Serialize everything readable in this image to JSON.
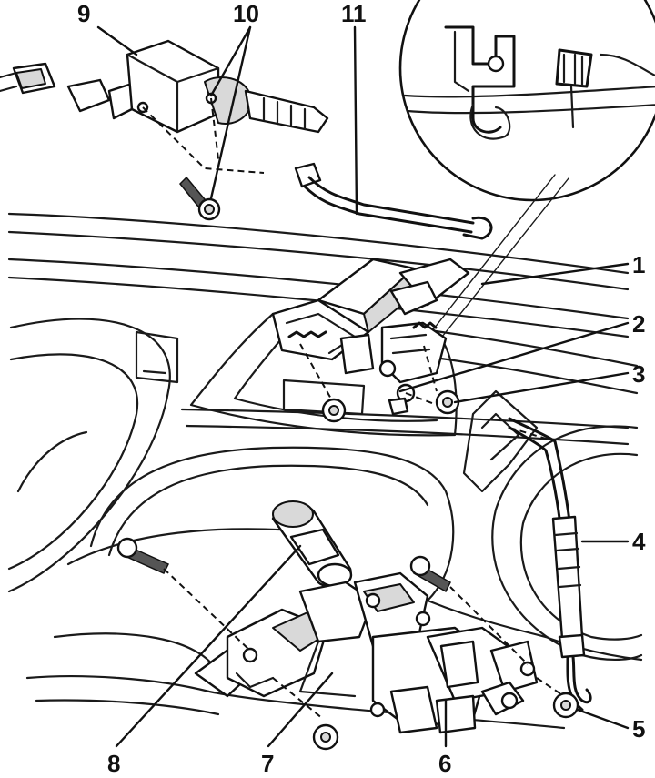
{
  "figure": {
    "callouts": [
      {
        "id": "1",
        "label": "1"
      },
      {
        "id": "2",
        "label": "2"
      },
      {
        "id": "3",
        "label": "3"
      },
      {
        "id": "4",
        "label": "4"
      },
      {
        "id": "5",
        "label": "5"
      },
      {
        "id": "6",
        "label": "6"
      },
      {
        "id": "7",
        "label": "7"
      },
      {
        "id": "8",
        "label": "8"
      },
      {
        "id": "9",
        "label": "9"
      },
      {
        "id": "10",
        "label": "10"
      },
      {
        "id": "11",
        "label": "11"
      }
    ]
  }
}
